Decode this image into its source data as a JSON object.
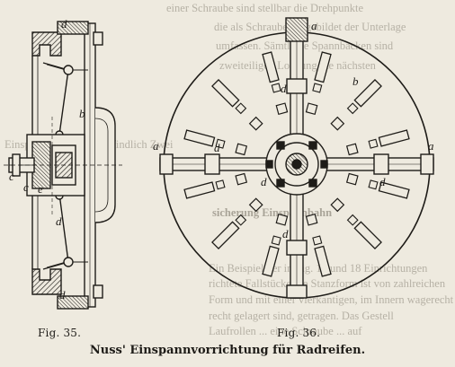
{
  "background_text": {
    "lines": [
      "einer Schraube sind stellbar die Drehpunkte",
      "die als Schraube ausgebildet der Unterlage",
      "umfassen. Sämtliche Spannbacken sind",
      "zweiteiligen Lochung die nächsten",
      "Einspannvorrichtung befindlich Zwei",
      "sicherung Einspannbahn",
      "Ein Beispiel der in Fig. 17 und 18 Einrichtungen",
      "richtete Fallstücke die Stanzform ist von zahlreichen",
      "Form und mit einer vierkantigen, im Innern wagerecht",
      "recht gelagert sind, getragen. Das Gestell",
      "Laufrollen ... eine Schraube ... auf"
    ]
  },
  "figures": [
    {
      "id": "fig35",
      "label": "Fig. 35.",
      "view": "sectional side view",
      "letters": [
        "d",
        "b",
        "c",
        "c",
        "e",
        "d",
        "d"
      ]
    },
    {
      "id": "fig36",
      "label": "Fig. 36.",
      "view": "front view of faceplate",
      "letters": [
        "a",
        "d",
        "b",
        "a",
        "d",
        "a",
        "d",
        "d",
        "d"
      ]
    }
  ],
  "caption": "Nuss' Einspannvorrichtung für Radreifen.",
  "colors": {
    "paper": "#eeeadf",
    "ink": "#1e1c18",
    "bleed_through": "#b6b1a5"
  }
}
